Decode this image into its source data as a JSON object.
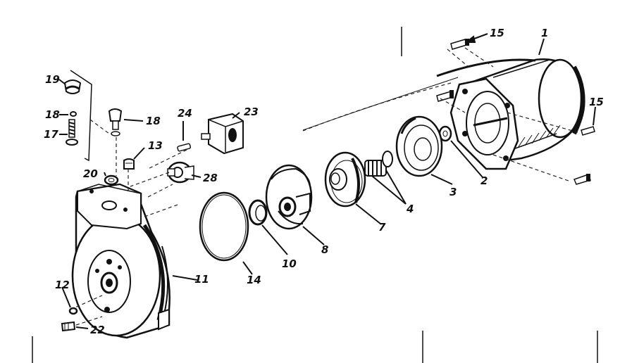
{
  "callouts": {
    "c1": "1",
    "c2": "2",
    "c3": "3",
    "c4": "4",
    "c7": "7",
    "c8": "8",
    "c10": "10",
    "c11": "11",
    "c12": "12",
    "c13": "13",
    "c14": "14",
    "c15a": "15",
    "c15b": "15",
    "c17": "17",
    "c18a": "18",
    "c18b": "18",
    "c19": "19",
    "c20": "20",
    "c22": "22",
    "c23": "23",
    "c24": "24",
    "c28": "28"
  },
  "colors": {
    "ink": "#111111",
    "paper": "#ffffff"
  }
}
